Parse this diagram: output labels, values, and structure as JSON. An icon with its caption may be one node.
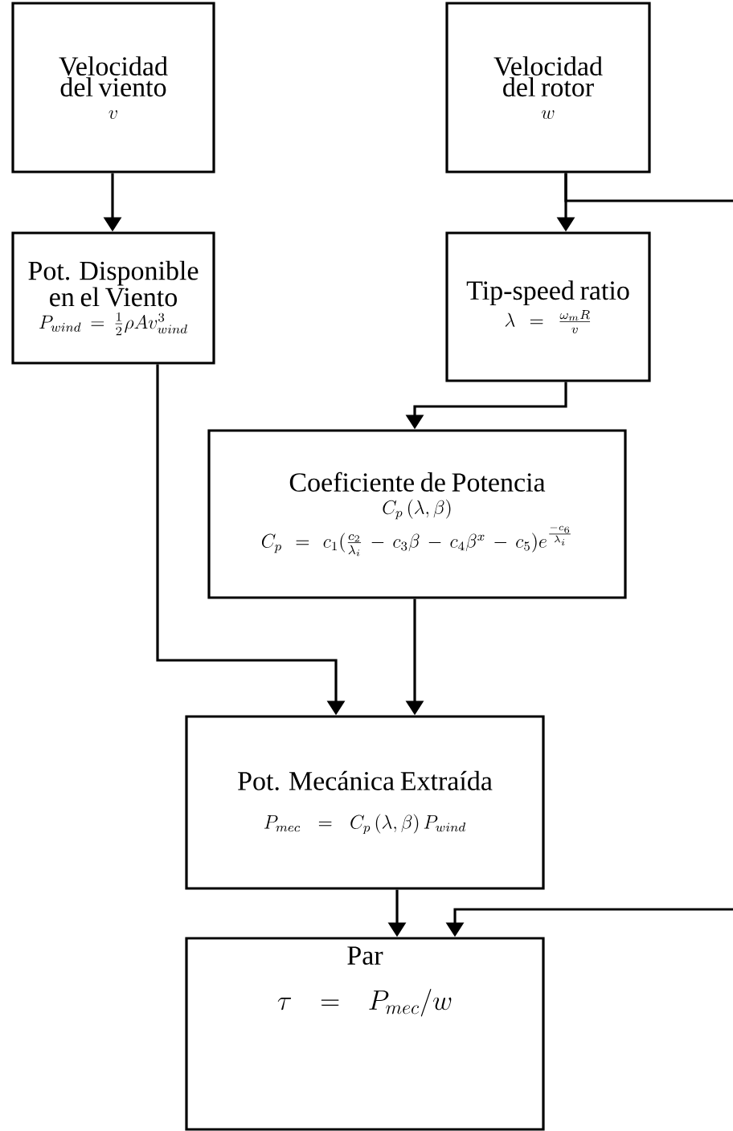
{
  "diagram": {
    "nodes": [
      {
        "text": [
          "Velocidad del viento",
          "v"
        ]
      },
      {
        "text": [
          "Velocidad del rotor",
          "w"
        ]
      },
      {
        "text": [
          "Pot. Disponible en el Viento",
          "P_{wind} = \\frac{1}{2}\\rho A v^{3}_{wind}"
        ]
      },
      {
        "text": [
          "Tip-speed ratio",
          "\\lambda = \\frac{\\omega_{m} R}{v}"
        ]
      },
      {
        "text": [
          "Coeficiente de Potencia",
          "C_{p}\\left(\\lambda, \\beta\\right)",
          "C_{p} = c_{1}(\\frac{c_{2}}{\\lambda_{i}} - c_{3}\\beta - c_{4}\\beta^{x} - c_{5})e^{\\frac{-c_{6}}{\\lambda_{i}}}"
        ]
      },
      {
        "text": [
          "Pot. Mecánica Extraída",
          "P_{mec} = C_{p}\\left(\\lambda, \\beta\\right) P_{wind}"
        ]
      },
      {
        "text": [
          "Par",
          "\\tau = P_{mec} / w"
        ]
      }
    ],
    "edges": [
      {
        "from": 0,
        "to": 2,
        "arrow": "to"
      },
      {
        "from": 1,
        "to": 3,
        "arrow": "to"
      },
      {
        "from": 3,
        "to": 4,
        "arrow": "to"
      },
      {
        "from": 2,
        "to": 5,
        "arrow": "to"
      },
      {
        "from": 4,
        "to": 5,
        "arrow": "to"
      },
      {
        "from": 5,
        "to": 6,
        "arrow": "to"
      },
      {
        "from": 1,
        "to": null,
        "arrow": "none"
      },
      {
        "from": null,
        "to": 6,
        "arrow": "to"
      }
    ]
  }
}
